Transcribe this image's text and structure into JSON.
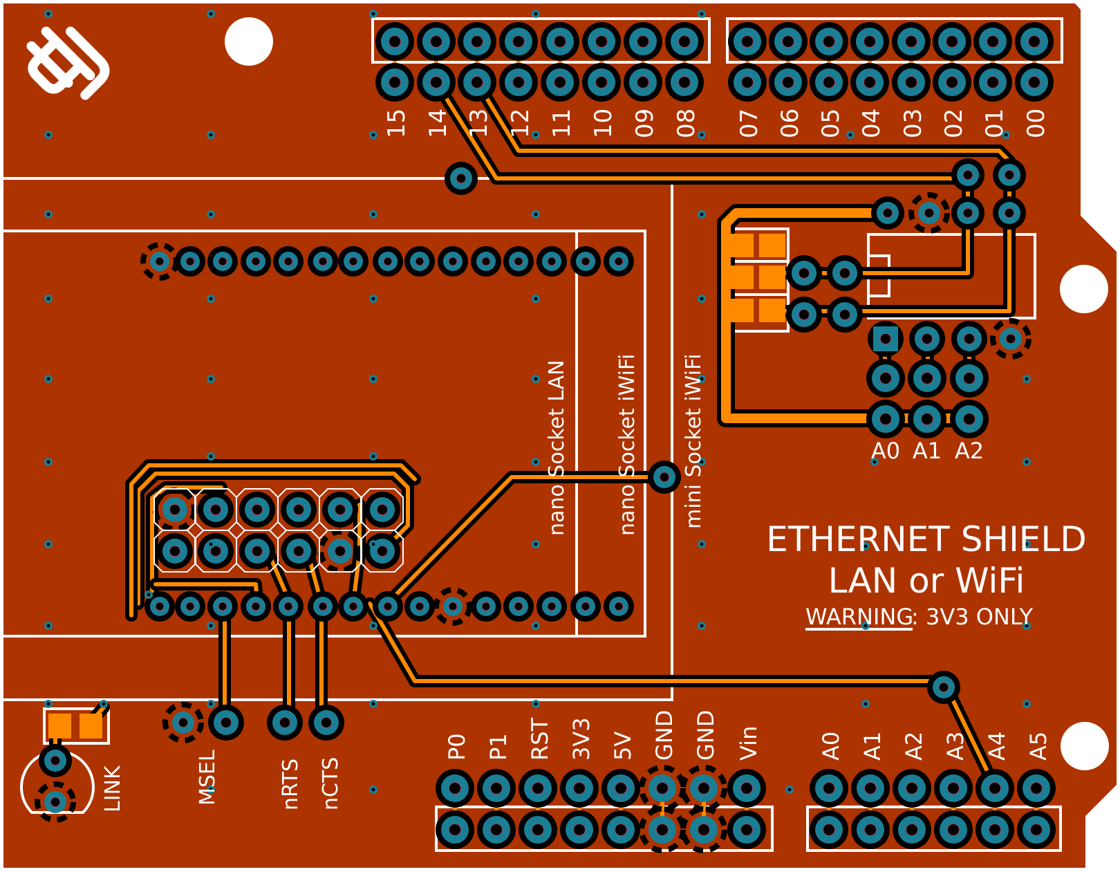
{
  "board": {
    "title": "ETHERNET SHIELD",
    "subtitle": "LAN or WiFi",
    "warning_label": "WARNING",
    "warning_text": ": 3V3 ONLY",
    "logo": "dh",
    "colors": {
      "substrate": "#ad3300",
      "copper_trace": "#ff8a00",
      "pad": "#1a7f95",
      "drill": "#000000",
      "silkscreen": "#ffffff",
      "clearance": "#000000"
    }
  },
  "headers": {
    "digital_high": [
      "15",
      "14",
      "13",
      "12",
      "11",
      "10",
      "09",
      "08"
    ],
    "digital_low": [
      "07",
      "06",
      "05",
      "04",
      "03",
      "02",
      "01",
      "00"
    ],
    "power": [
      "P0",
      "P1",
      "RST",
      "3V3",
      "5V",
      "GND",
      "GND",
      "Vin"
    ],
    "analog": [
      "A0",
      "A1",
      "A2",
      "A3",
      "A4",
      "A5"
    ]
  },
  "jumper_block": {
    "labels": [
      "A0",
      "A1",
      "A2"
    ]
  },
  "socket_labels": [
    "nano Socket LAN",
    "nano Socket iWiFi",
    "mini Socket iWiFi"
  ],
  "serial_labels": [
    "MSEL",
    "nRTS",
    "nCTS"
  ],
  "led_label": "LINK"
}
